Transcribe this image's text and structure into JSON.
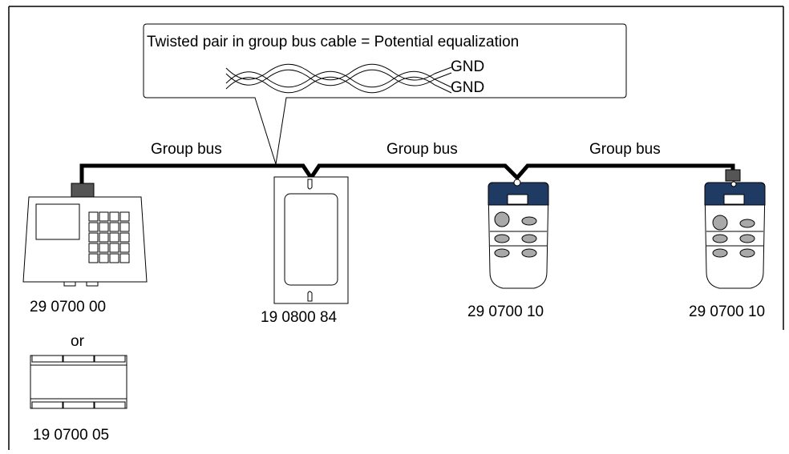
{
  "callout": {
    "title": "Twisted pair in group bus cable = Potential equalization",
    "wire_top_label": "GND",
    "wire_bottom_label": "GND"
  },
  "bus_labels": [
    "Group bus",
    "Group bus",
    "Group bus"
  ],
  "devices": {
    "controller_label": "29 0700 00",
    "or_label": "or",
    "rail_module_label": "19 0700 05",
    "junction_box_label": "19 0800 84",
    "panel_1_label": "29 0700 10",
    "panel_2_label": "29 0700 10"
  },
  "colors": {
    "line": "#000000",
    "device_fill": "#ffffff",
    "connector": "#555555",
    "panel_header": "#1f3a63",
    "button": "#a9a9a9"
  }
}
